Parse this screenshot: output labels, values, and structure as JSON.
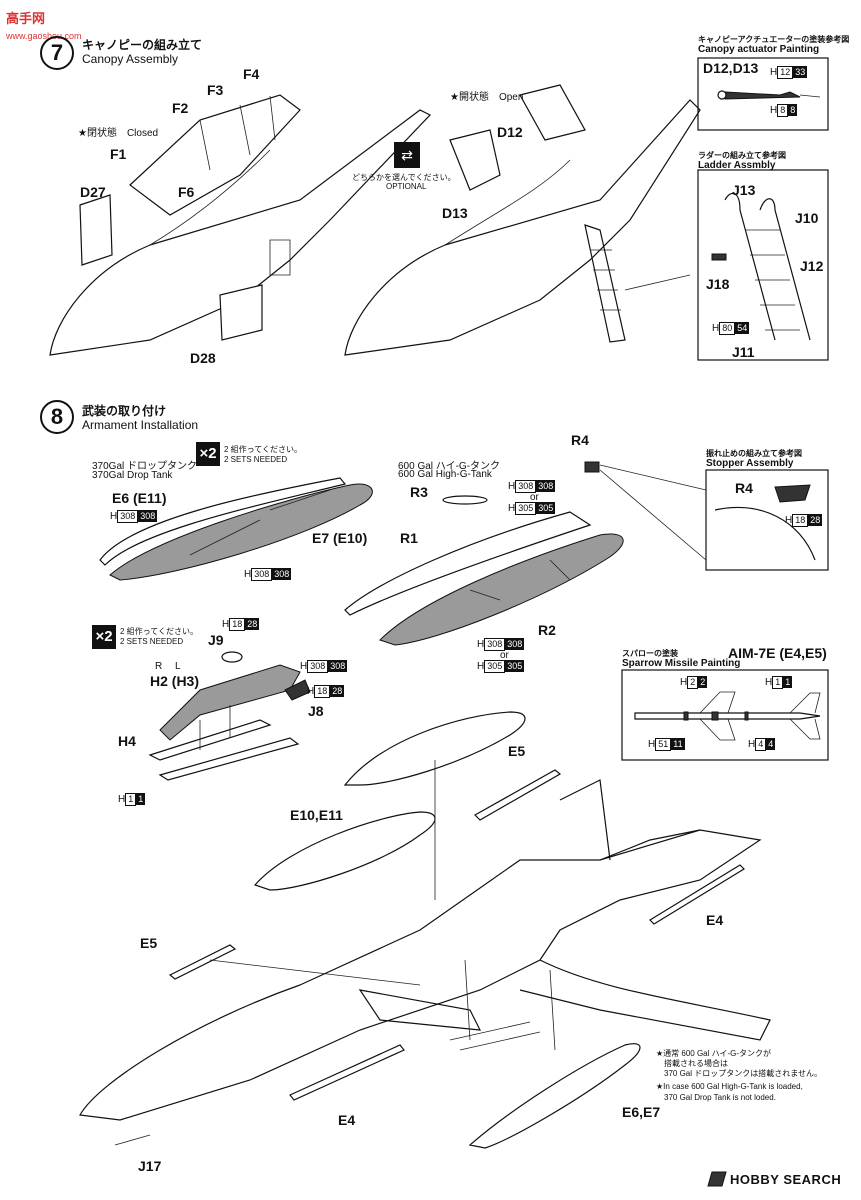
{
  "watermark": {
    "text": "高手网",
    "url": "www.gaoshou.com"
  },
  "step7": {
    "number": "7",
    "title_ja": "キャノピーの組み立て",
    "title_en": "Canopy Assembly",
    "closed_label": "★閉状態　Closed",
    "open_label": "★開状態　Open",
    "optional_ja": "どちらかを選んでください。",
    "optional_en": "OPTIONAL",
    "parts": [
      "F4",
      "F3",
      "F2",
      "F1",
      "F6",
      "D27",
      "D28",
      "D12",
      "D13"
    ]
  },
  "canopy_actuator": {
    "title_ja": "キャノピーアクチュエーターの塗装参考図",
    "title_en": "Canopy actuator Painting",
    "part": "D12,D13",
    "paint1": {
      "prefix": "H",
      "num": "12",
      "fill": "33"
    },
    "paint2": {
      "prefix": "H",
      "num": "8",
      "fill": "8"
    }
  },
  "ladder": {
    "title_ja": "ラダーの組み立て参考図",
    "title_en": "Ladder Assmbly",
    "parts": [
      "J13",
      "J10",
      "J12",
      "J18",
      "J11"
    ],
    "paint": {
      "prefix": "H",
      "num": "80",
      "fill": "54"
    }
  },
  "step8": {
    "number": "8",
    "title_ja": "武装の取り付け",
    "title_en": "Armament Installation",
    "sets_ja": "2 組作ってください。",
    "sets_en": "2 SETS NEEDED",
    "x2": "×2"
  },
  "drop_tank": {
    "title_ja": "370Gal ドロップタンク",
    "title_en": "370Gal Drop Tank",
    "part_left": "E6 (E11)",
    "part_right": "E7 (E10)",
    "paint_a": {
      "prefix": "H",
      "num": "308",
      "fill": "308"
    },
    "paint_b": {
      "prefix": "H",
      "num": "308",
      "fill": "308"
    }
  },
  "high_g_tank": {
    "title_ja": "600 Gal ハイ-G-タンク",
    "title_en": "600 Gal High-G-Tank",
    "parts": [
      "R4",
      "R3",
      "R1",
      "R2"
    ],
    "paint_a": {
      "prefix": "H",
      "num": "308",
      "fill": "308"
    },
    "paint_b": {
      "prefix": "H",
      "num": "305",
      "fill": "305"
    },
    "or": "or"
  },
  "stopper": {
    "title_ja": "振れ止めの組み立て参考図",
    "title_en": "Stopper Assembly",
    "part": "R4",
    "paint": {
      "prefix": "H",
      "num": "18",
      "fill": "28"
    }
  },
  "pylon": {
    "parts": [
      "J9",
      "H2 (H3)",
      "H4",
      "J8"
    ],
    "rl": "R　 L",
    "paint_j9": {
      "prefix": "H",
      "num": "18",
      "fill": "28"
    },
    "paint_pylon": {
      "prefix": "H",
      "num": "308",
      "fill": "308"
    },
    "paint_j8": {
      "prefix": "H",
      "num": "18",
      "fill": "28"
    },
    "paint_h4": {
      "prefix": "H",
      "num": "1",
      "fill": "1"
    }
  },
  "sparrow": {
    "title_ja": "スパローの塗装",
    "title_en": "Sparrow Missile Painting",
    "heading": "AIM-7E (E4,E5)",
    "p1": {
      "prefix": "H",
      "num": "2",
      "fill": "2"
    },
    "p2": {
      "prefix": "H",
      "num": "1",
      "fill": "1"
    },
    "p3": {
      "prefix": "H",
      "num": "51",
      "fill": "11"
    },
    "p4": {
      "prefix": "H",
      "num": "4",
      "fill": "4"
    }
  },
  "main_view": {
    "parts": [
      "E5",
      "E10,E11",
      "E4",
      "E5",
      "E4",
      "E6,E7",
      "J17"
    ]
  },
  "notes": {
    "ja1": "★通常 600 Gal ハイ-G-タンクが",
    "ja2": "搭載される場合は",
    "ja3": "370 Gal ドロップタンクは搭載されません。",
    "en1": "★In case 600 Gal High-G-Tank is loaded,",
    "en2": "370 Gal Drop Tank is not loded."
  },
  "footer": {
    "brand": "HOBBY SEARCH"
  },
  "colors": {
    "ink": "#111111",
    "tank_grey": "#9a9a9a",
    "watermark": "#dd3333"
  }
}
